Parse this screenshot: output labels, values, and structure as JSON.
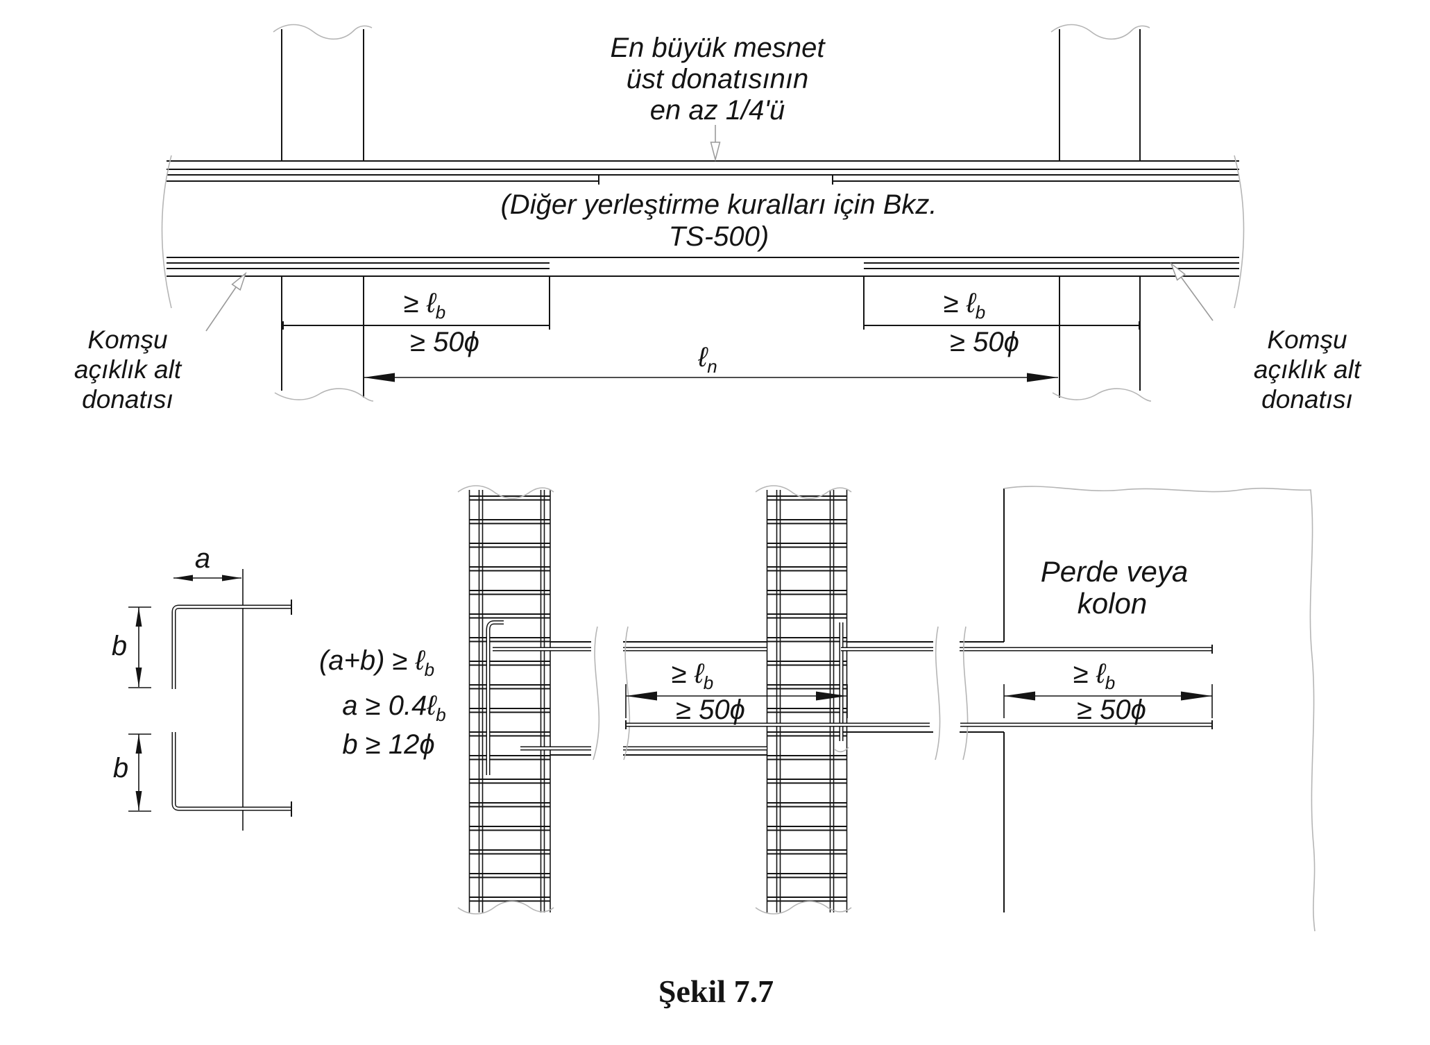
{
  "colors": {
    "line": "#141414",
    "break_line": "#b5b5b5",
    "background": "#ffffff"
  },
  "caption": "Şekil 7.7",
  "top": {
    "note": {
      "l1": "En büyük mesnet",
      "l2": "üst donatısının",
      "l3": "en az 1/4'ü"
    },
    "code_note": {
      "l1": "(Diğer yerleştirme kuralları için Bkz.",
      "l2": "TS-500)"
    },
    "left_label": {
      "l1": "Komşu",
      "l2": "açıklık alt",
      "l3": "donatısı"
    },
    "right_label": {
      "l1": "Komşu",
      "l2": "açıklık alt",
      "l3": "donatısı"
    },
    "dim_left": {
      "lb": "≥ ℓ",
      "lb_sub": "b",
      "phi": "≥ 50ϕ"
    },
    "dim_right": {
      "lb": "≥ ℓ",
      "lb_sub": "b",
      "phi": "≥ 50ϕ"
    },
    "span_dim": {
      "sym": "ℓ",
      "sub": "n"
    }
  },
  "bottom": {
    "hook": {
      "a": "a",
      "b_top": "b",
      "b_bottom": "b"
    },
    "formulas": {
      "f1": "(a+b) ≥ ℓ",
      "f1_sub": "b",
      "f2": "a ≥ 0.4ℓ",
      "f2_sub": "b",
      "f3": "b ≥ 12ϕ"
    },
    "dim_mid": {
      "lb": "≥ ℓ",
      "lb_sub": "b",
      "phi": "≥ 50ϕ"
    },
    "dim_wall": {
      "lb": "≥ ℓ",
      "lb_sub": "b",
      "phi": "≥ 50ϕ"
    },
    "wall_label": {
      "l1": "Perde veya",
      "l2": "kolon"
    }
  }
}
